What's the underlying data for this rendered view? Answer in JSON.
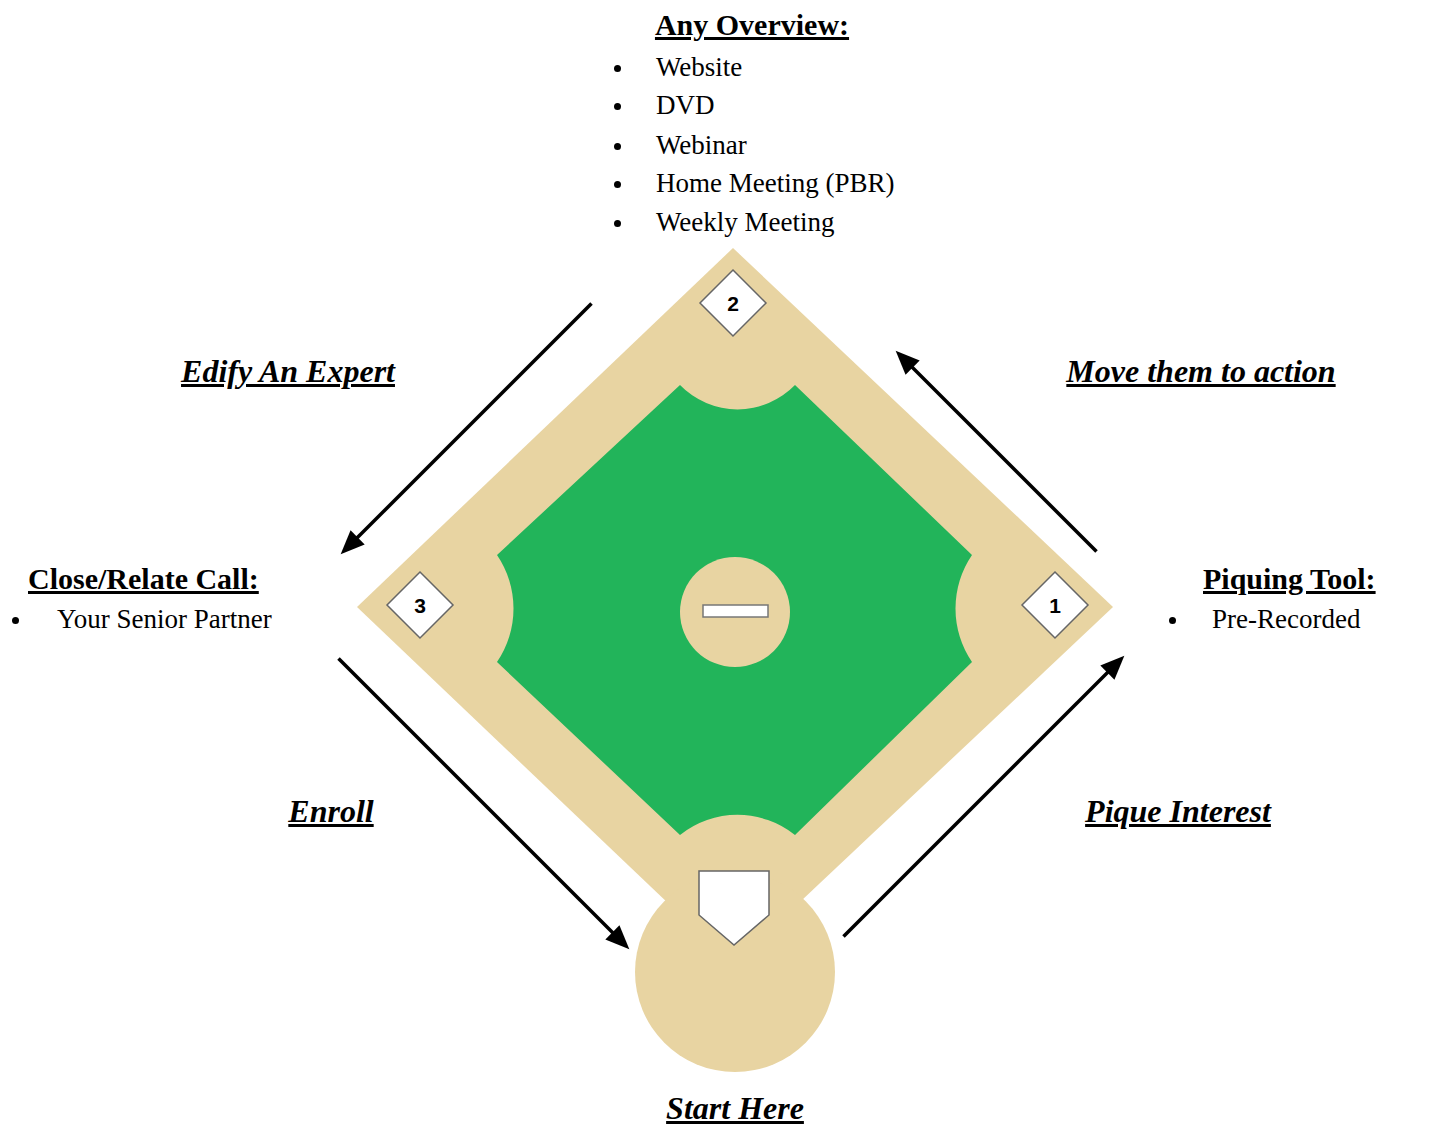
{
  "diagram": {
    "nodes": [
      {
        "text": [
          "Start Here"
        ]
      },
      {
        "text": [
          "1",
          "Piquing Tool:",
          "Pre-Recorded"
        ]
      },
      {
        "text": [
          "Any Overview:",
          "Website",
          "DVD",
          "Webinar",
          "Home Meeting (PBR)",
          "Weekly Meeting",
          "2"
        ]
      },
      {
        "text": [
          "Close/Relate Call:",
          "Your Senior Partner",
          "3"
        ]
      }
    ],
    "edges": [
      {
        "from": 0,
        "to": 1,
        "arrow": "to",
        "label": "Pique Interest"
      },
      {
        "from": 1,
        "to": 2,
        "arrow": "to",
        "label": "Move them to action"
      },
      {
        "from": 2,
        "to": 3,
        "arrow": "to",
        "label": "Edify An Expert"
      },
      {
        "from": 3,
        "to": 0,
        "arrow": "to",
        "label": "Enroll"
      }
    ]
  }
}
